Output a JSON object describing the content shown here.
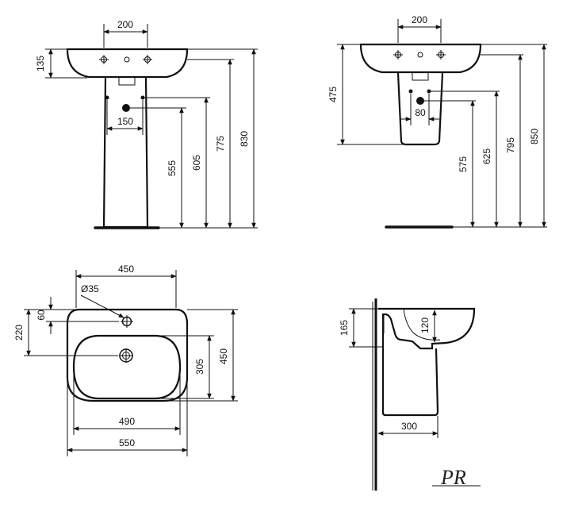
{
  "views": {
    "pedestal_front": {
      "width_top": "200",
      "rim_height": "135",
      "hole_spacing": "150",
      "h_555": "555",
      "h_605": "605",
      "h_775": "775",
      "h_830": "830"
    },
    "semi_pedestal_front": {
      "width_top": "200",
      "h_475": "475",
      "hole_spacing": "80",
      "h_575": "575",
      "h_625": "625",
      "h_795": "795",
      "h_850": "850"
    },
    "top_view": {
      "overall_depth_top": "450",
      "tap_hole": "Ø35",
      "tap_offset": "60",
      "side_220": "220",
      "bowl_depth": "305",
      "overall_depth": "450",
      "bowl_width": "490",
      "overall_width": "550"
    },
    "side_view": {
      "h_165": "165",
      "h_120": "120",
      "depth_300": "300"
    }
  },
  "logo_text": "PR"
}
